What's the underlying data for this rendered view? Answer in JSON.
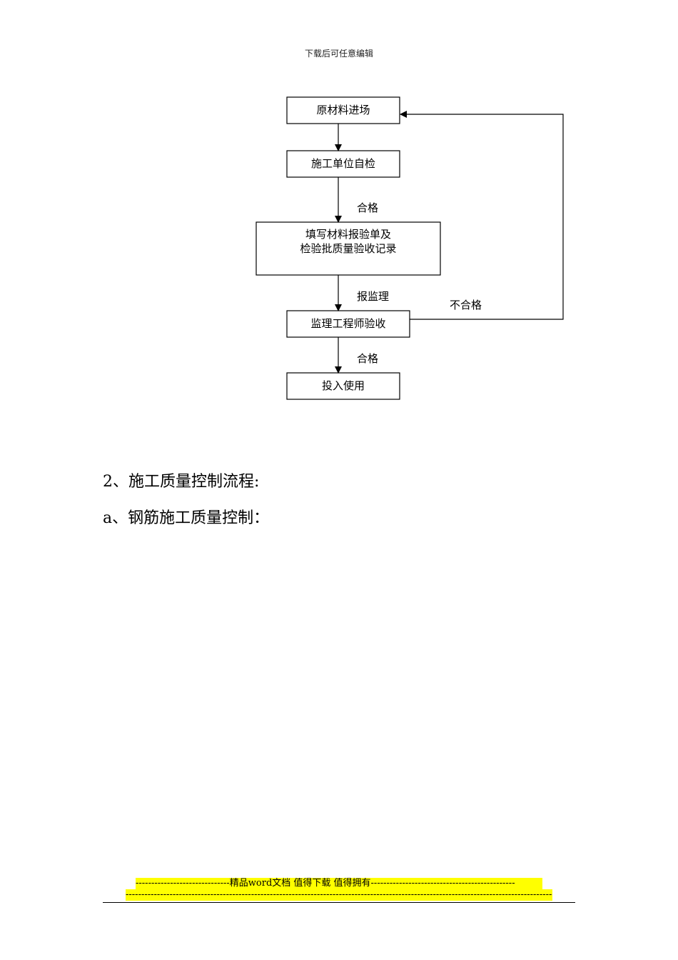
{
  "header": {
    "note": "下载后可任意编辑"
  },
  "flowchart": {
    "boxes": {
      "raw_materials": "原材料进场",
      "self_inspection": "施工单位自检",
      "fill_form_line1": "填写材料报验单及",
      "fill_form_line2": "检验批质量验收记录",
      "supervisor_acceptance": "监理工程师验收",
      "put_into_use": "投入使用"
    },
    "labels": {
      "pass_1": "合格",
      "report_supervision": "报监理",
      "fail": "不合格",
      "pass_2": "合格"
    }
  },
  "body": {
    "heading_2": "2、施工质量控制流程:",
    "heading_a": "a、钢筋施工质量控制："
  },
  "footer": {
    "line1": "------------------------------精品word文档  值得下载  值得拥有----------------------------------------------",
    "line2": "----------------------------------------------------------------------------------------------------------------------------------------"
  }
}
